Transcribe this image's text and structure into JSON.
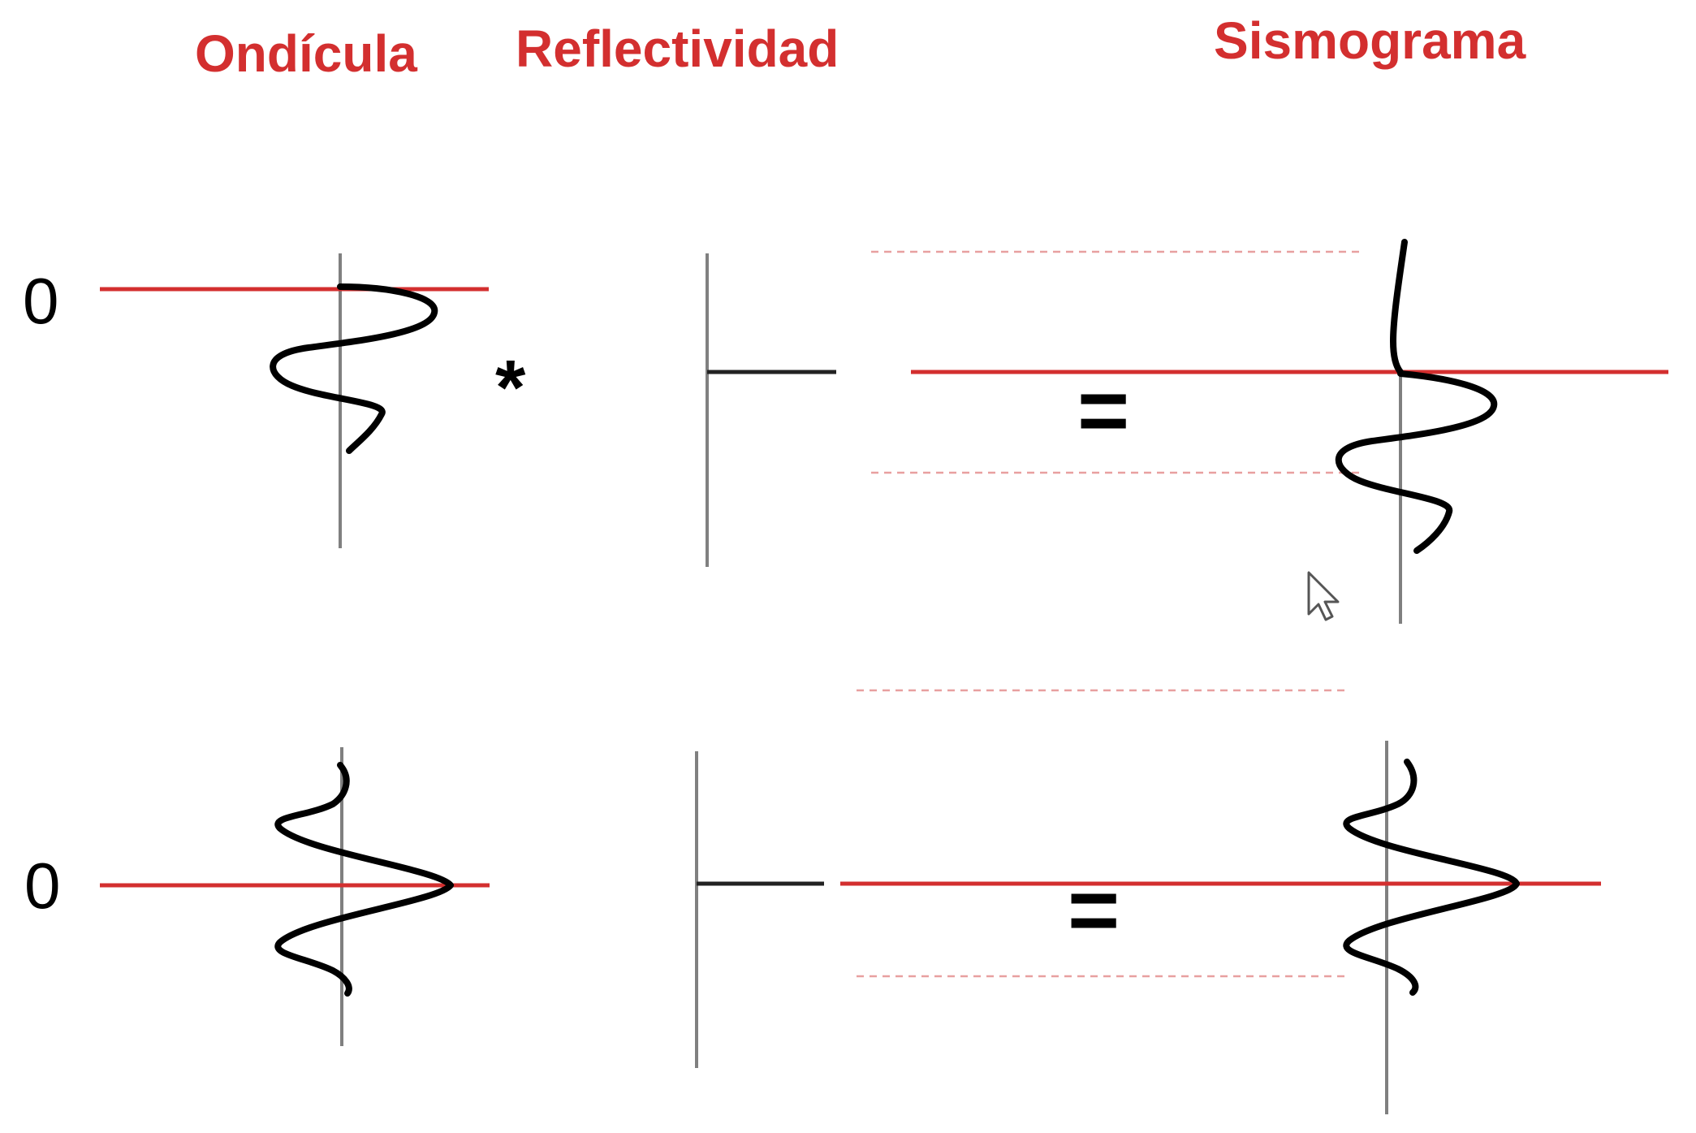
{
  "headers": {
    "wavelet": "Ondícula",
    "reflectivity": "Reflectividad",
    "seismogram": "Sismograma"
  },
  "rows": [
    {
      "zero_label": "0",
      "operator": "*",
      "result": "="
    },
    {
      "zero_label": "0",
      "operator": "",
      "result": "="
    }
  ],
  "colors": {
    "accent_red": "#d32f2f",
    "guide_red": "#e8a0a0",
    "axis_gray": "#808080",
    "ink": "#000000",
    "spike": "#222222"
  },
  "icons": [
    "cursor-arrow-icon"
  ]
}
